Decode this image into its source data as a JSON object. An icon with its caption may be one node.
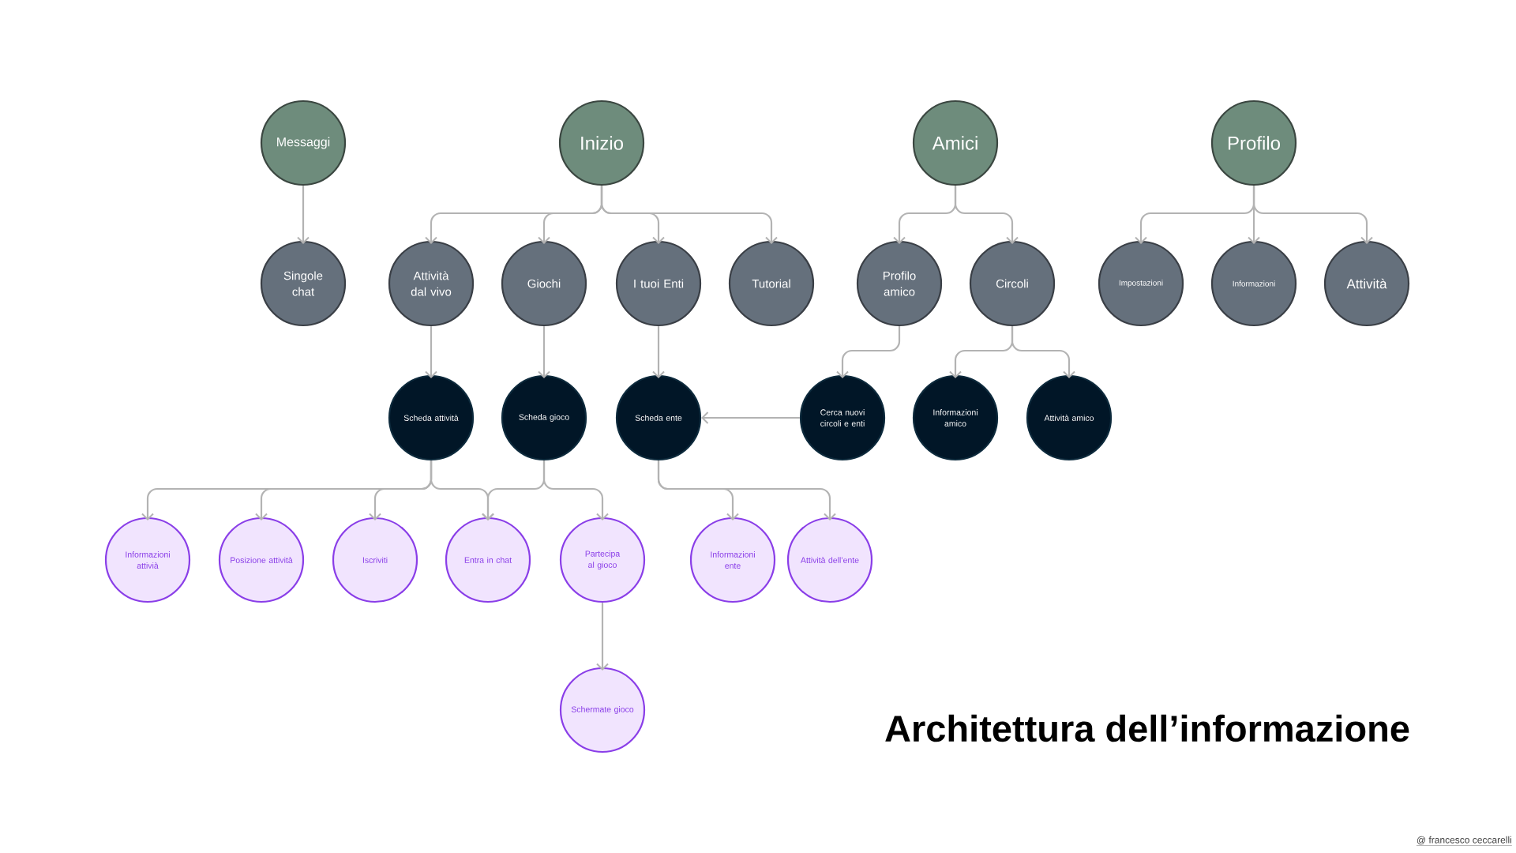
{
  "diagram": {
    "title": "Architettura dell’informazione",
    "nodes": [
      {
        "text": [
          "Messaggi"
        ]
      },
      {
        "text": [
          "Inizio"
        ]
      },
      {
        "text": [
          "Amici"
        ]
      },
      {
        "text": [
          "Profilo"
        ]
      },
      {
        "text": [
          "Singole chat"
        ]
      },
      {
        "text": [
          "Attività dal vivo"
        ]
      },
      {
        "text": [
          "Giochi"
        ]
      },
      {
        "text": [
          "I tuoi Enti"
        ]
      },
      {
        "text": [
          "Tutorial"
        ]
      },
      {
        "text": [
          "Profilo amico"
        ]
      },
      {
        "text": [
          "Circoli"
        ]
      },
      {
        "text": [
          "Impostazioni"
        ]
      },
      {
        "text": [
          "Informazioni"
        ]
      },
      {
        "text": [
          "Attività"
        ]
      },
      {
        "text": [
          "Scheda attività"
        ]
      },
      {
        "text": [
          "Scheda gioco"
        ]
      },
      {
        "text": [
          "Scheda ente"
        ]
      },
      {
        "text": [
          "Cerca nuovi circoli e enti"
        ]
      },
      {
        "text": [
          "Informazioni amico"
        ]
      },
      {
        "text": [
          "Attività amico"
        ]
      },
      {
        "text": [
          "Informazioni attivià"
        ]
      },
      {
        "text": [
          "Posizione attività"
        ]
      },
      {
        "text": [
          "Iscriviti"
        ]
      },
      {
        "text": [
          "Entra in chat"
        ]
      },
      {
        "text": [
          "Partecipa al gioco"
        ]
      },
      {
        "text": [
          "Informazioni ente"
        ]
      },
      {
        "text": [
          "Attività dell’ente"
        ]
      },
      {
        "text": [
          "Schermate gioco"
        ]
      }
    ],
    "edges": [
      {
        "from": 0,
        "to": 4,
        "arrow": "to"
      },
      {
        "from": 1,
        "to": 5,
        "arrow": "to"
      },
      {
        "from": 1,
        "to": 6,
        "arrow": "to"
      },
      {
        "from": 1,
        "to": 7,
        "arrow": "to"
      },
      {
        "from": 1,
        "to": 8,
        "arrow": "to"
      },
      {
        "from": 2,
        "to": 9,
        "arrow": "to"
      },
      {
        "from": 2,
        "to": 10,
        "arrow": "to"
      },
      {
        "from": 3,
        "to": 11,
        "arrow": "to"
      },
      {
        "from": 3,
        "to": 12,
        "arrow": "to"
      },
      {
        "from": 3,
        "to": 13,
        "arrow": "to"
      },
      {
        "from": 5,
        "to": 14,
        "arrow": "to"
      },
      {
        "from": 6,
        "to": 15,
        "arrow": "to"
      },
      {
        "from": 7,
        "to": 16,
        "arrow": "to"
      },
      {
        "from": 9,
        "to": 17,
        "arrow": "to"
      },
      {
        "from": 10,
        "to": 18,
        "arrow": "to"
      },
      {
        "from": 10,
        "to": 19,
        "arrow": "to"
      },
      {
        "from": 17,
        "to": 16,
        "arrow": "to"
      },
      {
        "from": 14,
        "to": 20,
        "arrow": "to"
      },
      {
        "from": 14,
        "to": 21,
        "arrow": "to"
      },
      {
        "from": 14,
        "to": 22,
        "arrow": "to"
      },
      {
        "from": 14,
        "to": 23,
        "arrow": "to"
      },
      {
        "from": 15,
        "to": 23,
        "arrow": "to"
      },
      {
        "from": 15,
        "to": 24,
        "arrow": "to"
      },
      {
        "from": 16,
        "to": 25,
        "arrow": "to"
      },
      {
        "from": 16,
        "to": 26,
        "arrow": "to"
      },
      {
        "from": 24,
        "to": 27,
        "arrow": "to"
      }
    ],
    "labels": [
      "@ francesco ceccarelli"
    ]
  }
}
